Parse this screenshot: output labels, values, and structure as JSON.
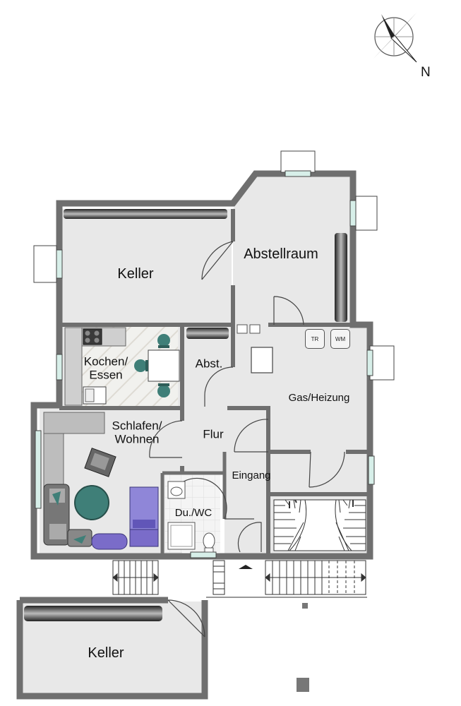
{
  "compass": {
    "label": "N"
  },
  "rooms": {
    "keller_top": "Keller",
    "abstellraum": "Abstellraum",
    "kochen": "Kochen/\nEssen",
    "abst": "Abst.",
    "gas": "Gas/Heizung",
    "schlafen": "Schlafen/\nWohnen",
    "flur": "Flur",
    "eingang": "Eingang",
    "duwc": "Du./WC",
    "keller_bottom": "Keller"
  },
  "appliances": {
    "tr": "TR",
    "wm": "WM"
  },
  "colors": {
    "wall": "#6f6f6f",
    "floor": "#e8e8e8",
    "teal": "#3f7f78",
    "purple": "#7a6cc9"
  }
}
